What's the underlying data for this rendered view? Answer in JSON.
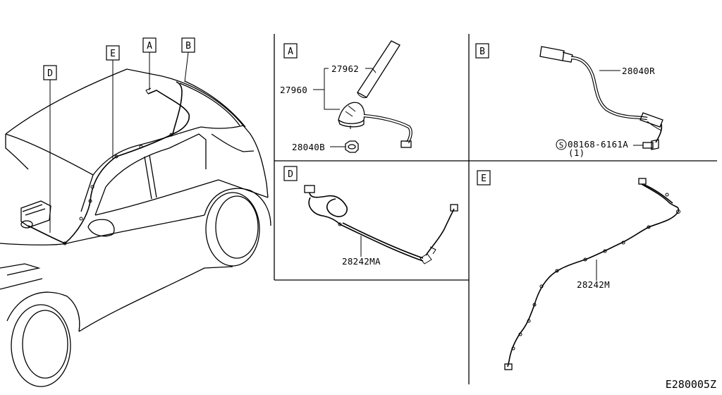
{
  "callouts": {
    "overview": [
      "D",
      "E",
      "A",
      "B"
    ],
    "panel_a": "A",
    "panel_b": "B",
    "panel_d": "D",
    "panel_e": "E"
  },
  "parts": {
    "p27962": "27962",
    "p27960": "27960",
    "p28040B": "28040B",
    "p28040R": "28040R",
    "p08168": "08168-6161A",
    "p08168_qty": "(1)",
    "bolt_symbol": "S",
    "p28242MA": "28242MA",
    "p28242M": "28242M"
  },
  "diagram_code": "E280005Z"
}
